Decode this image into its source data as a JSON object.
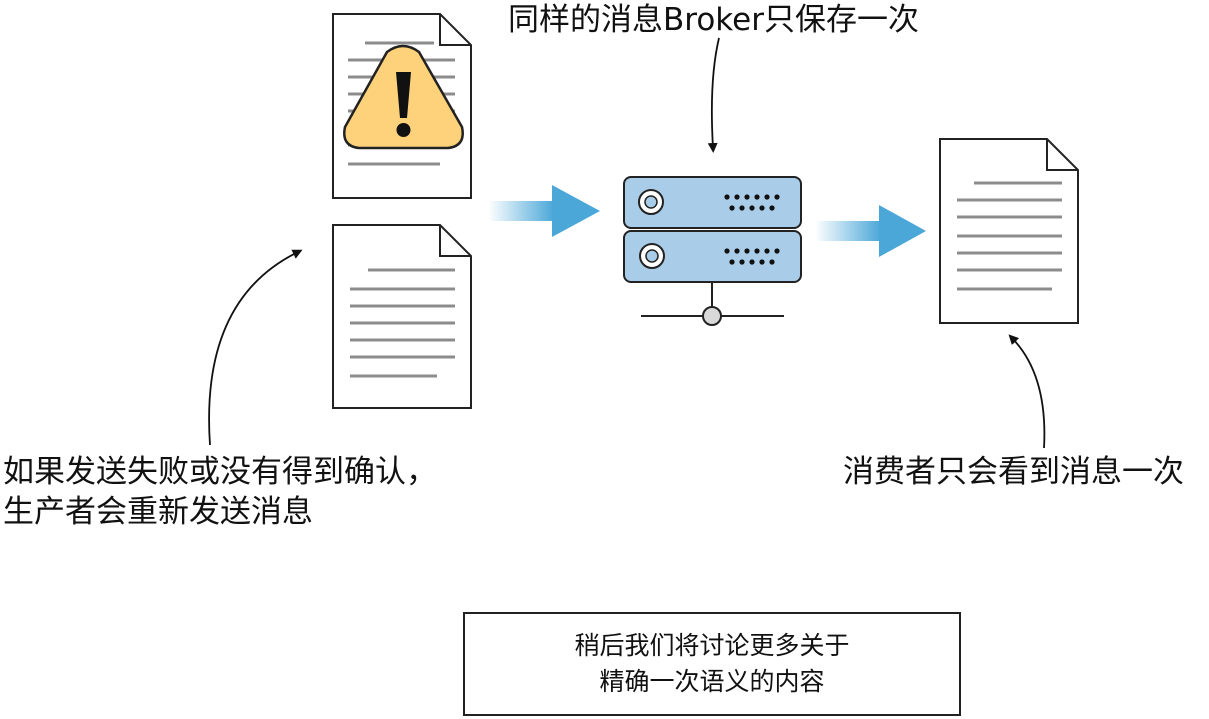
{
  "labels": {
    "broker_once": "同样的消息Broker只保存一次",
    "producer_retry_line1": "如果发送失败或没有得到确认，",
    "producer_retry_line2": "生产者会重新发送消息",
    "consumer_once": "消费者只会看到消息一次"
  },
  "note": {
    "line1": "稍后我们将讨论更多关于",
    "line2": "精确一次语义的内容"
  },
  "colors": {
    "warning_fill": "#fdd27b",
    "server_fill": "#a9cde8",
    "arrow_blue": "#4aa7d8",
    "text_line_gray": "#8c8c8c"
  },
  "icons": [
    "warning-icon",
    "document-icon",
    "server-icon",
    "flow-arrow-icon"
  ]
}
